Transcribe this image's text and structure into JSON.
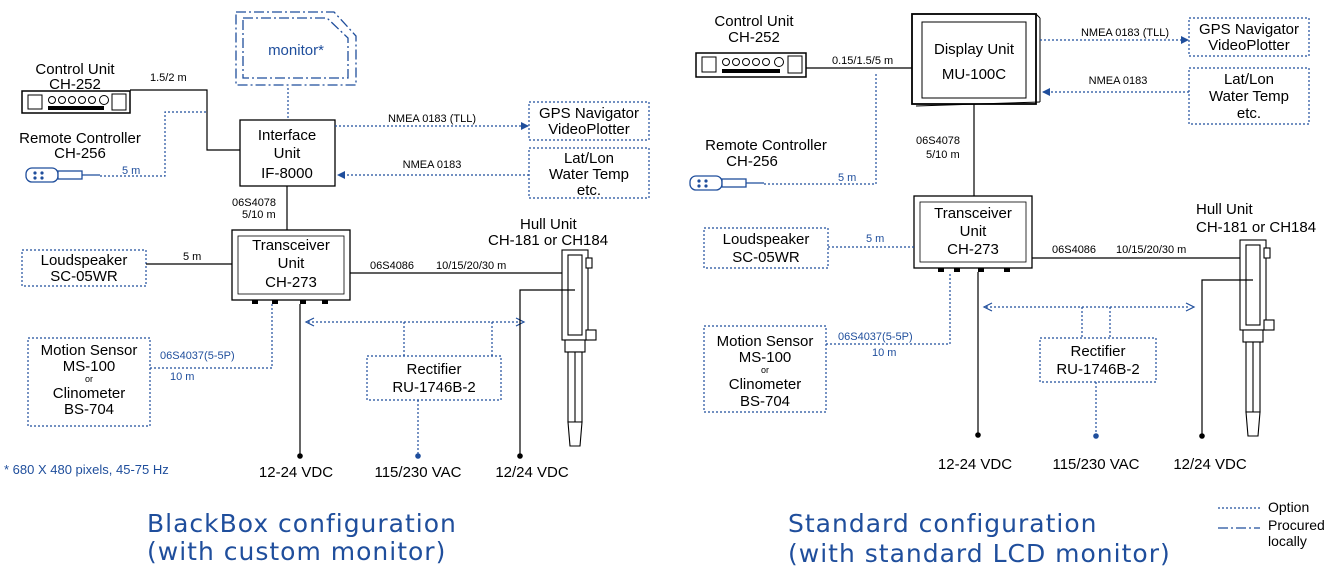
{
  "colors": {
    "option": "#1f4e9c",
    "line": "#000000",
    "caption": "#1f4e9c"
  },
  "left": {
    "monitor": "monitor*",
    "control_unit": {
      "name": "Control Unit",
      "model": "CH-252",
      "cable": "1.5/2 m"
    },
    "remote": {
      "name": "Remote Controller",
      "model": "CH-256",
      "cable": "5 m"
    },
    "interface": {
      "l1": "Interface",
      "l2": "Unit",
      "model": "IF-8000"
    },
    "nmea_tll": "NMEA 0183 (TLL)",
    "nmea": "NMEA 0183",
    "gps": {
      "l1": "GPS Navigator",
      "l2": "VideoPlotter"
    },
    "latlon": {
      "l1": "Lat/Lon",
      "l2": "Water Temp",
      "l3": "etc."
    },
    "cable_if": {
      "part": "06S4078",
      "len": "5/10 m"
    },
    "transceiver": {
      "l1": "Transceiver",
      "l2": "Unit",
      "model": "CH-273"
    },
    "loudspeaker": {
      "name": "Loudspeaker",
      "model": "SC-05WR",
      "cable": "5 m"
    },
    "hull": {
      "name": "Hull Unit",
      "model": "CH-181 or CH184",
      "cable_part": "06S4086",
      "cable_len": "10/15/20/30 m"
    },
    "motion": {
      "l1": "Motion Sensor",
      "l2": "MS-100",
      "or": "or",
      "l3": "Clinometer",
      "l4": "BS-704",
      "cable_part": "06S4037(5-5P)",
      "cable_len": "10 m"
    },
    "rectifier": {
      "name": "Rectifier",
      "model": "RU-1746B-2"
    },
    "power": {
      "dc1": "12-24 VDC",
      "ac": "115/230 VAC",
      "dc2": "12/24 VDC"
    },
    "footnote": "* 680 X 480 pixels, 45-75 Hz",
    "caption1": "BlackBox configuration",
    "caption2": "(with custom monitor)"
  },
  "right": {
    "control_unit": {
      "name": "Control Unit",
      "model": "CH-252",
      "cable": "0.15/1.5/5 m"
    },
    "display": {
      "l1": "Display Unit",
      "model": "MU-100C"
    },
    "nmea_tll": "NMEA 0183 (TLL)",
    "nmea": "NMEA 0183",
    "gps": {
      "l1": "GPS Navigator",
      "l2": "VideoPlotter"
    },
    "latlon": {
      "l1": "Lat/Lon",
      "l2": "Water Temp",
      "l3": "etc."
    },
    "cable_du": {
      "part": "06S4078",
      "len": "5/10 m"
    },
    "remote": {
      "name": "Remote Controller",
      "model": "CH-256",
      "cable": "5 m"
    },
    "transceiver": {
      "l1": "Transceiver",
      "l2": "Unit",
      "model": "CH-273"
    },
    "loudspeaker": {
      "name": "Loudspeaker",
      "model": "SC-05WR",
      "cable": "5 m"
    },
    "hull": {
      "name": "Hull Unit",
      "model": "CH-181 or CH184",
      "cable_part": "06S4086",
      "cable_len": "10/15/20/30 m"
    },
    "motion": {
      "l1": "Motion Sensor",
      "l2": "MS-100",
      "or": "or",
      "l3": "Clinometer",
      "l4": "BS-704",
      "cable_part": "06S4037(5-5P)",
      "cable_len": "10 m"
    },
    "rectifier": {
      "name": "Rectifier",
      "model": "RU-1746B-2"
    },
    "power": {
      "dc1": "12-24 VDC",
      "ac": "115/230 VAC",
      "dc2": "12/24 VDC"
    },
    "caption1": "Standard configuration",
    "caption2": "(with standard LCD monitor)"
  },
  "legend": {
    "option": "Option",
    "procured1": "Procured",
    "procured2": "locally"
  }
}
